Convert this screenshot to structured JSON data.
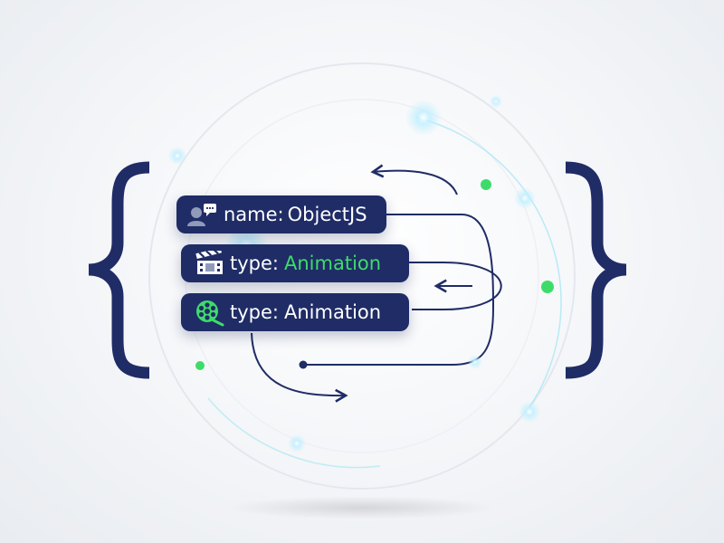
{
  "properties": [
    {
      "key": "name:",
      "value": "ObjectJS",
      "value_style": "white",
      "icon": "user-chat-icon"
    },
    {
      "key": "type:",
      "value": "Animation",
      "value_style": "green",
      "icon": "film-clapper-icon"
    },
    {
      "key": "type:",
      "value": "Animation",
      "value_style": "white",
      "icon": "film-reel-icon"
    }
  ],
  "colors": {
    "navy": "#1f2c66",
    "green": "#3ddc6a",
    "glow": "#bfefff"
  }
}
